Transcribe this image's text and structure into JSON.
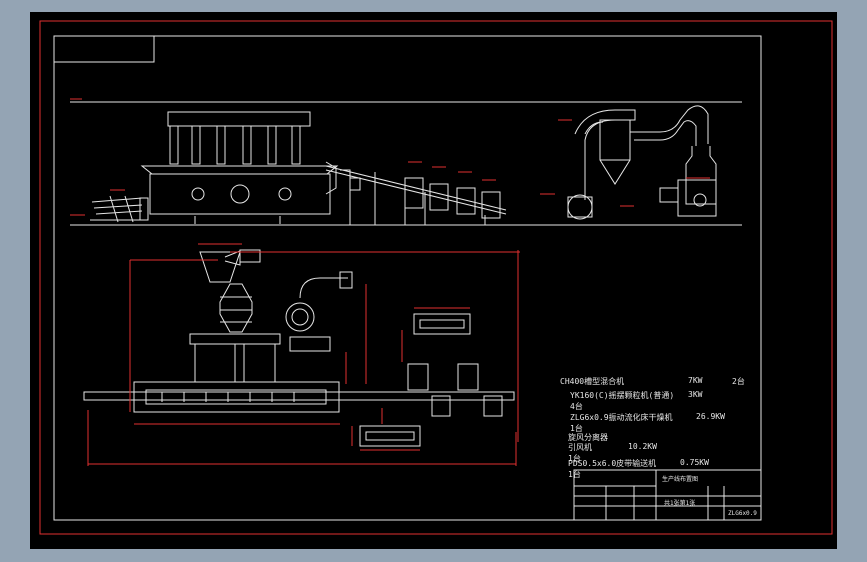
{
  "equipment_list": [
    {
      "desc": "CH400槽型混合机",
      "power": "7KW",
      "qty": "2台"
    },
    {
      "desc": "YK160(C)摇摆颗粒机(普通)",
      "power": "3KW",
      "qty": "4台"
    },
    {
      "desc": "ZLG6x0.9振动流化床干燥机",
      "power": "26.9KW",
      "qty": "1台"
    },
    {
      "desc": "旋风分离器",
      "power": "",
      "qty": ""
    },
    {
      "desc": "引风机",
      "power": "10.2KW",
      "qty": "1台"
    },
    {
      "desc": "PDS0.5x6.0皮带输送机",
      "power": "0.75KW",
      "qty": "1台"
    }
  ],
  "title_block": {
    "drawing_title": "生产线布置图",
    "drawing_number": "ZLG6x0.9",
    "sheet_label": "共1张第1张"
  },
  "colors": {
    "sheet_background": "#000000",
    "line_white": "#e6e6e6",
    "dimension_red": "#e03030",
    "frame_background": "#94a4b4"
  }
}
